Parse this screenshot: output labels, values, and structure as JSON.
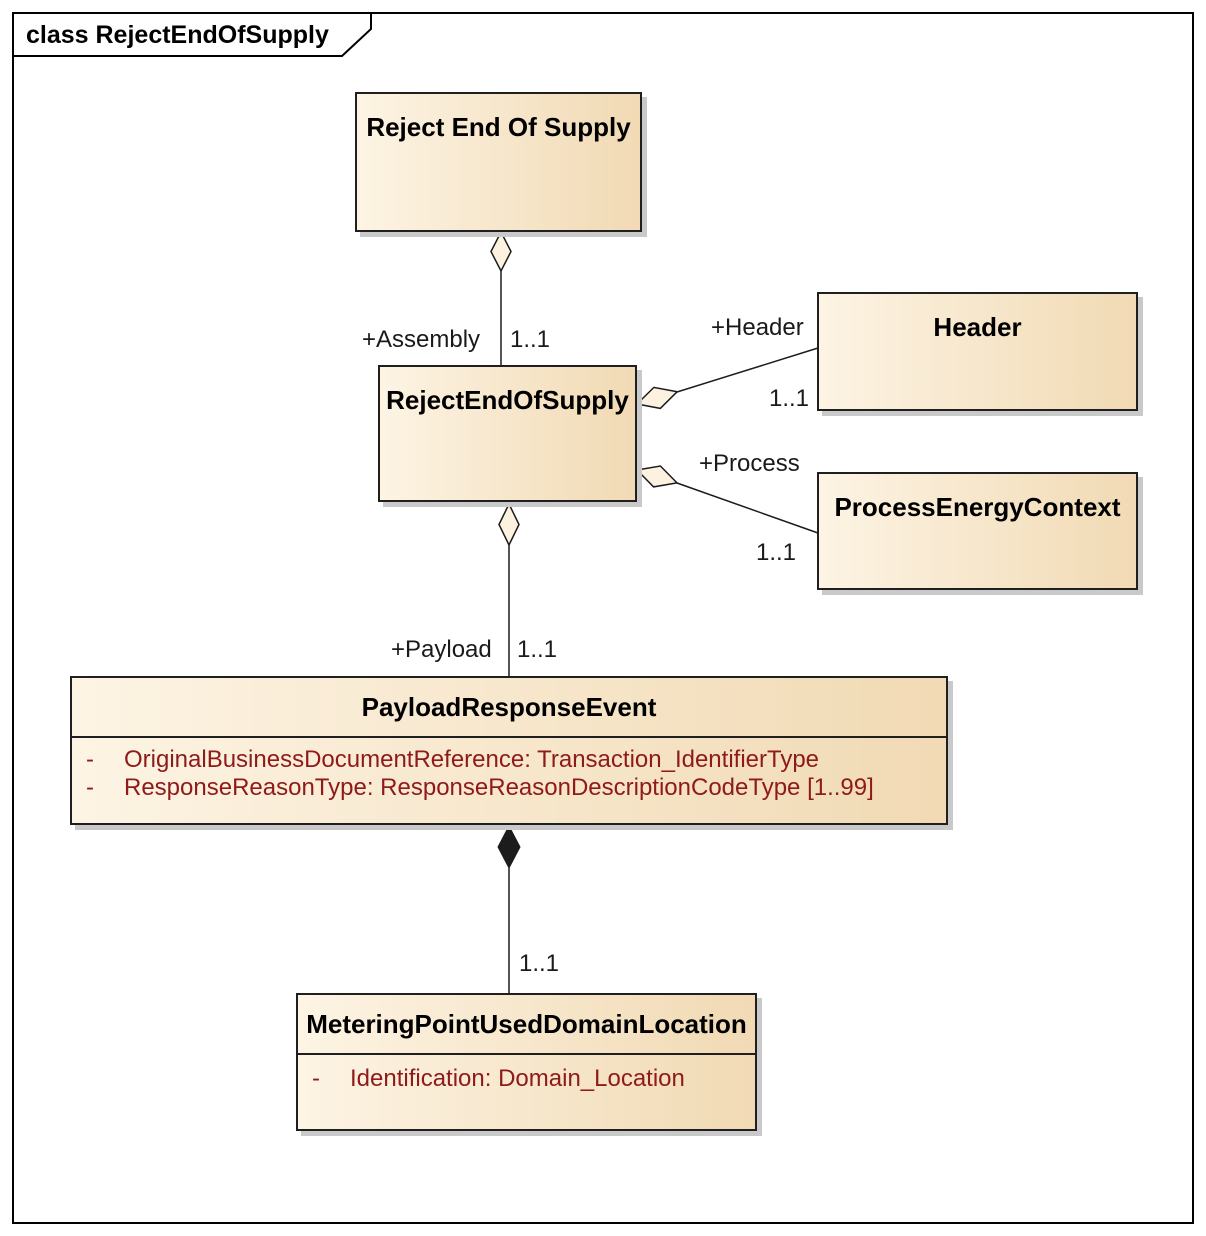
{
  "frame": {
    "title": "class RejectEndOfSupply"
  },
  "colors": {
    "frame_color": "#000000",
    "line_color": "#1c1c1c",
    "node_fill_left": "#fdf4e4",
    "node_fill_right": "#f1dab4",
    "node_border": "#1f1f1f",
    "diamond_fill": "#fcf2df",
    "shadow_color": "#c9c9c9",
    "attr_color": "#8e1a1a"
  },
  "classes": [
    {
      "id": "reject-end-of-supply-doc",
      "name": "Reject End Of Supply",
      "attributes": []
    },
    {
      "id": "reject-end-of-supply",
      "name": "RejectEndOfSupply",
      "attributes": []
    },
    {
      "id": "header",
      "name": "Header",
      "attributes": []
    },
    {
      "id": "process-energy-context",
      "name": "ProcessEnergyContext",
      "attributes": []
    },
    {
      "id": "payload-response-event",
      "name": "PayloadResponseEvent",
      "attributes": [
        {
          "visibility": "-",
          "text": "OriginalBusinessDocumentReference: Transaction_IdentifierType"
        },
        {
          "visibility": "-",
          "text": "ResponseReasonType: ResponseReasonDescriptionCodeType [1..99]"
        }
      ]
    },
    {
      "id": "metering-point-used-domain-location",
      "name": "MeteringPointUsedDomainLocation",
      "attributes": [
        {
          "visibility": "-",
          "text": "Identification: Domain_Location"
        }
      ]
    }
  ],
  "associations": [
    {
      "id": "assembly",
      "role_label": "+Assembly",
      "multiplicity": "1..1",
      "aggregation": "shared"
    },
    {
      "id": "header",
      "role_label": "+Header",
      "multiplicity": "1..1",
      "aggregation": "shared"
    },
    {
      "id": "process",
      "role_label": "+Process",
      "multiplicity": "1..1",
      "aggregation": "shared"
    },
    {
      "id": "payload",
      "role_label": "+Payload",
      "multiplicity": "1..1",
      "aggregation": "shared"
    },
    {
      "id": "metering",
      "role_label": "",
      "multiplicity": "1..1",
      "aggregation": "composite"
    }
  ]
}
